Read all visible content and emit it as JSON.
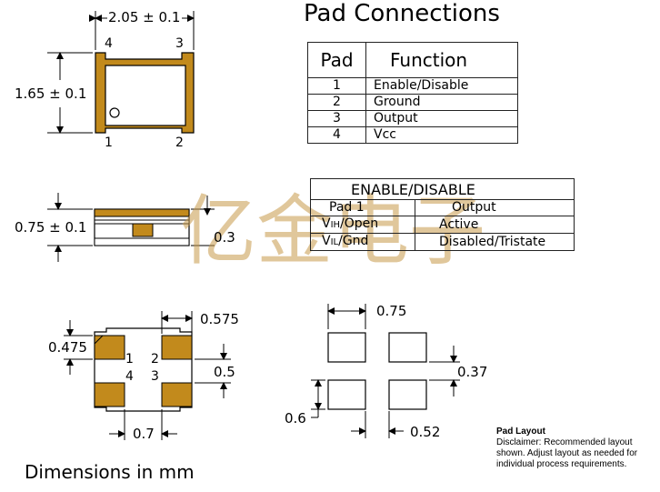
{
  "pad_connections": {
    "title": "Pad Connections",
    "headers": [
      "Pad",
      "Function"
    ],
    "rows": [
      {
        "pad": "1",
        "function": "Enable/Disable"
      },
      {
        "pad": "2",
        "function": "Ground"
      },
      {
        "pad": "3",
        "function": "Output"
      },
      {
        "pad": "4",
        "function": "Vcc"
      }
    ]
  },
  "enable_disable": {
    "title": "ENABLE/DISABLE",
    "headers": [
      "Pad 1",
      "Output"
    ],
    "rows": [
      {
        "pad_main": "V",
        "pad_sub": "IH",
        "pad_rest": "/Open",
        "output": "Active"
      },
      {
        "pad_main": "V",
        "pad_sub": "IL",
        "pad_rest": "/Gnd",
        "output": "Disabled/Tristate"
      }
    ]
  },
  "top_view": {
    "width_dim": "2.05 ± 0.1",
    "height_dim": "1.65 ± 0.1",
    "pad_labels": [
      "4",
      "3",
      "1",
      "2"
    ]
  },
  "side_view": {
    "height_dim": "0.75 ± 0.1",
    "thickness_dim": "0.3"
  },
  "bottom_view": {
    "pad_width_dim": "0.575",
    "pad_height_dim": "0.475",
    "vertical_gap_dim": "0.5",
    "horizontal_gap_dim": "0.7",
    "pad_labels": [
      "1",
      "2",
      "4",
      "3"
    ]
  },
  "pad_layout_view": {
    "pad_width_dim": "0.75",
    "vertical_gap_dim": "0.37",
    "pad_height_dim": "0.6",
    "horizontal_gap_dim": "0.52"
  },
  "units_note": "Dimensions in mm",
  "watermark": "亿金电子",
  "disclaimer": {
    "heading": "Pad Layout",
    "text": "Disclaimer: Recommended layout shown. Adjust layout as needed for individual process requirements."
  },
  "colors": {
    "pad_gold": "#c28a1c",
    "package_fill": "#ffffff",
    "line": "#000000",
    "watermark": "#c89a4a"
  }
}
